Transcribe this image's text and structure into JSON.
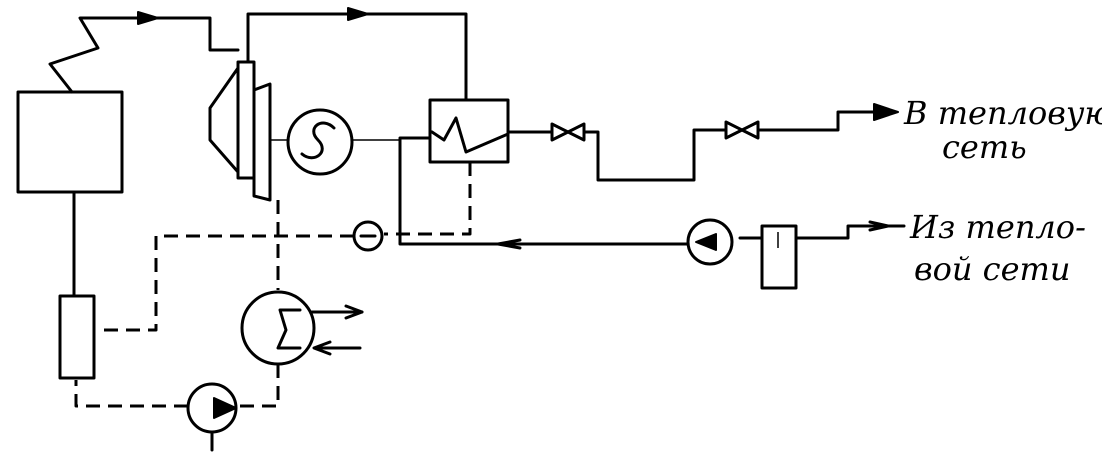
{
  "labels": {
    "to_network_line1": "В тепловую",
    "to_network_line2": "сеть",
    "from_network_line1": "Из тепло-",
    "from_network_line2": "вой сети"
  },
  "colors": {
    "ink": "#000000",
    "paper": "#ffffff"
  }
}
